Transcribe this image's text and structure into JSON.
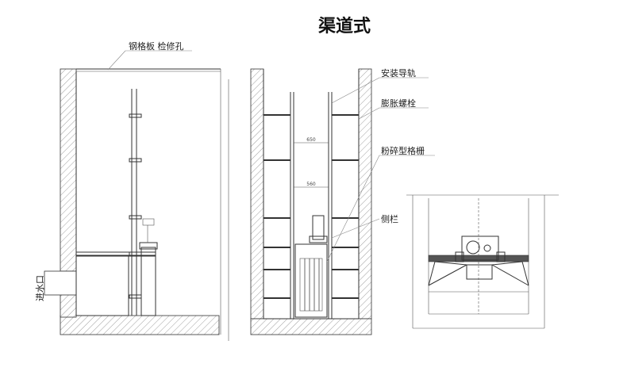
{
  "title": "渠道式",
  "labels": {
    "grating_plate": "钢格板 检修孔",
    "inlet": "进水口",
    "install_rail": "安装导轨",
    "expansion_bolt": "膨胀螺栓",
    "grinder_screen": "粉碎型格栅",
    "side_rail": "侧栏"
  },
  "dimensions": {
    "upper_width": "650",
    "lower_width": "560"
  }
}
